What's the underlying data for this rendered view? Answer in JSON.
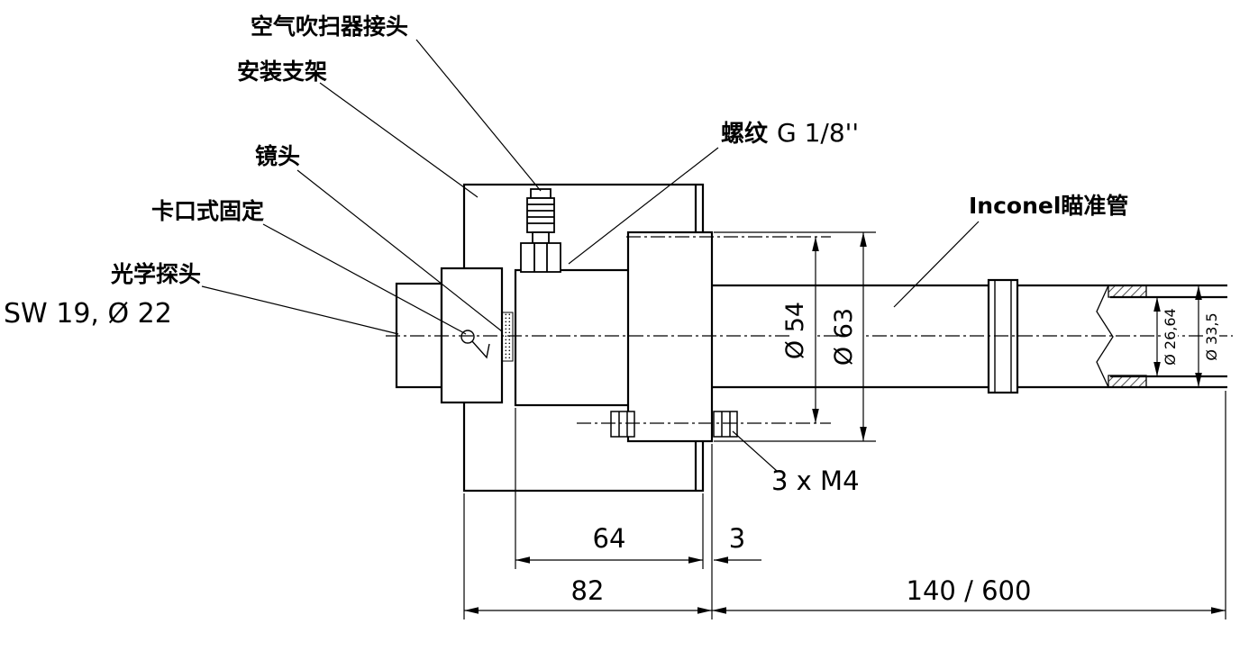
{
  "labels": {
    "air_purge": "空气吹扫器接头",
    "mounting_bracket": "安装支架",
    "lens": "镜头",
    "bayonet_mount": "卡口式固定",
    "optical_head": "光学探头",
    "wrench_size": "SW 19, Ø 22",
    "thread_prefix": "螺纹",
    "thread_size": "G 1/8''",
    "sighting_tube": "Inconel瞄准管",
    "screws": "3 x M4"
  },
  "dimensions": {
    "bolt_circle_diameter": "Ø 54",
    "flange_diameter": "Ø 63",
    "tube_inner_diameter": "Ø 26,64",
    "tube_outer_diameter": "Ø 33,5",
    "body_length": "64",
    "flange_offset": "3",
    "bracket_length": "82",
    "tube_length": "140 / 600"
  },
  "colors": {
    "line": "#000000",
    "background": "#ffffff"
  }
}
